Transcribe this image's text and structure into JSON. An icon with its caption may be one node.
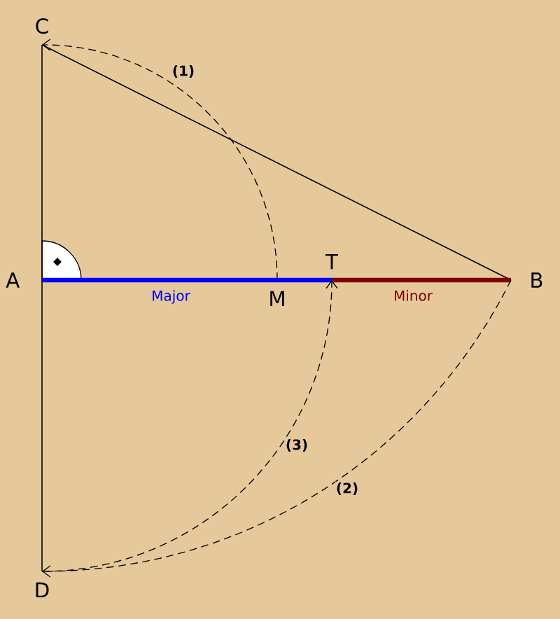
{
  "diagram": {
    "nodes": [
      {
        "text": [
          "C"
        ]
      },
      {
        "text": [
          "A"
        ]
      },
      {
        "text": [
          "M"
        ]
      },
      {
        "text": [
          "T"
        ]
      },
      {
        "text": [
          "B"
        ]
      },
      {
        "text": [
          "D"
        ]
      }
    ],
    "edges": [
      {
        "from": 0,
        "to": 4,
        "arrow": "none"
      },
      {
        "from": 1,
        "to": 0,
        "arrow": "none"
      },
      {
        "from": 1,
        "to": 5,
        "arrow": "none"
      },
      {
        "from": 1,
        "to": 3,
        "arrow": "none",
        "label": "Major",
        "style": "thick",
        "color": "#0000ff"
      },
      {
        "from": 3,
        "to": 4,
        "arrow": "none",
        "label": "Minor",
        "style": "thick",
        "color": "#800000"
      },
      {
        "from": 2,
        "to": 0,
        "arrow": "to",
        "label": "(1)",
        "style": "dashed"
      },
      {
        "from": 4,
        "to": 5,
        "arrow": "to",
        "label": "(2)",
        "style": "dashed"
      },
      {
        "from": 5,
        "to": 3,
        "arrow": "to",
        "label": "(3)",
        "style": "dashed"
      }
    ]
  }
}
